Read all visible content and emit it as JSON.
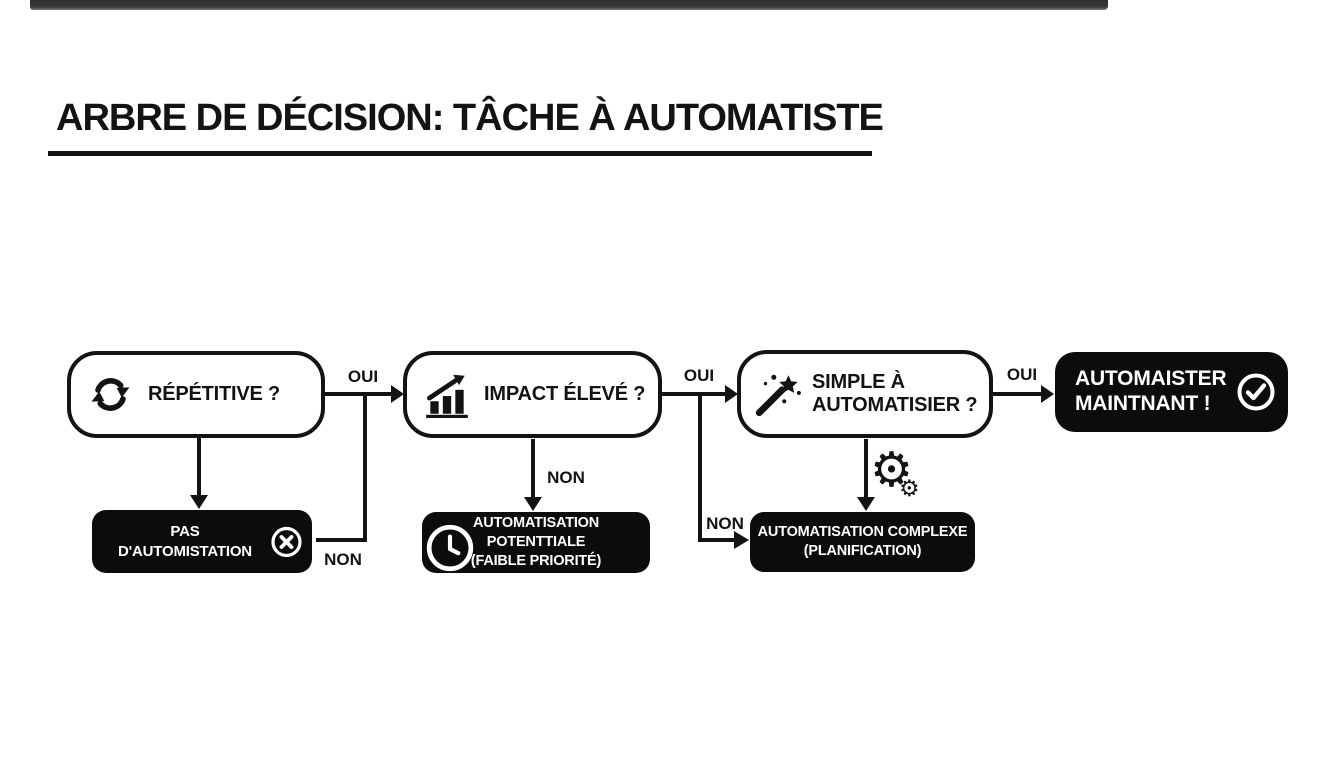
{
  "title": "ARBRE DE DÉCISION: TÂCHE À AUTOMATISTE",
  "colors": {
    "ink": "#131313",
    "node_dark": "#0c0c0c",
    "background": "#ffffff",
    "text_light": "#ffffff"
  },
  "nodes": {
    "repetitive": {
      "label": "RÉPÉTITIVE ?",
      "icon": "refresh-cycle-icon"
    },
    "impact": {
      "label": "IMPACT ÉLEVÉ ?",
      "icon": "growth-chart-icon"
    },
    "simple": {
      "line1": "SIMPLE À",
      "line2": "AUTOMATISIER ?",
      "icon": "magic-wand-icon"
    },
    "automate_now": {
      "line1": "AUTOMAISTER",
      "line2": "MAINTNANT !",
      "icon": "check-circle-icon"
    },
    "no_automation": {
      "line1": "PAS",
      "line2": "D'AUTOMISTATION",
      "icon": "x-circle-icon"
    },
    "potential": {
      "line1": "AUTOMATISATION POTENTTIALE",
      "line2": "(FAIBLE PRIORITÉ)",
      "icon": "clock-icon"
    },
    "complex": {
      "line1": "AUTOMATISATION COMPLEXE",
      "line2": "(PLANIFICATION)",
      "icon": "gears-icon",
      "gear_glyph_large": "⚙",
      "gear_glyph_small": "⚙"
    }
  },
  "edge_labels": {
    "oui1": "OUI",
    "non1": "NON",
    "oui2": "OUI",
    "non2": "NON",
    "non3": "NON",
    "oui3": "OUI"
  }
}
